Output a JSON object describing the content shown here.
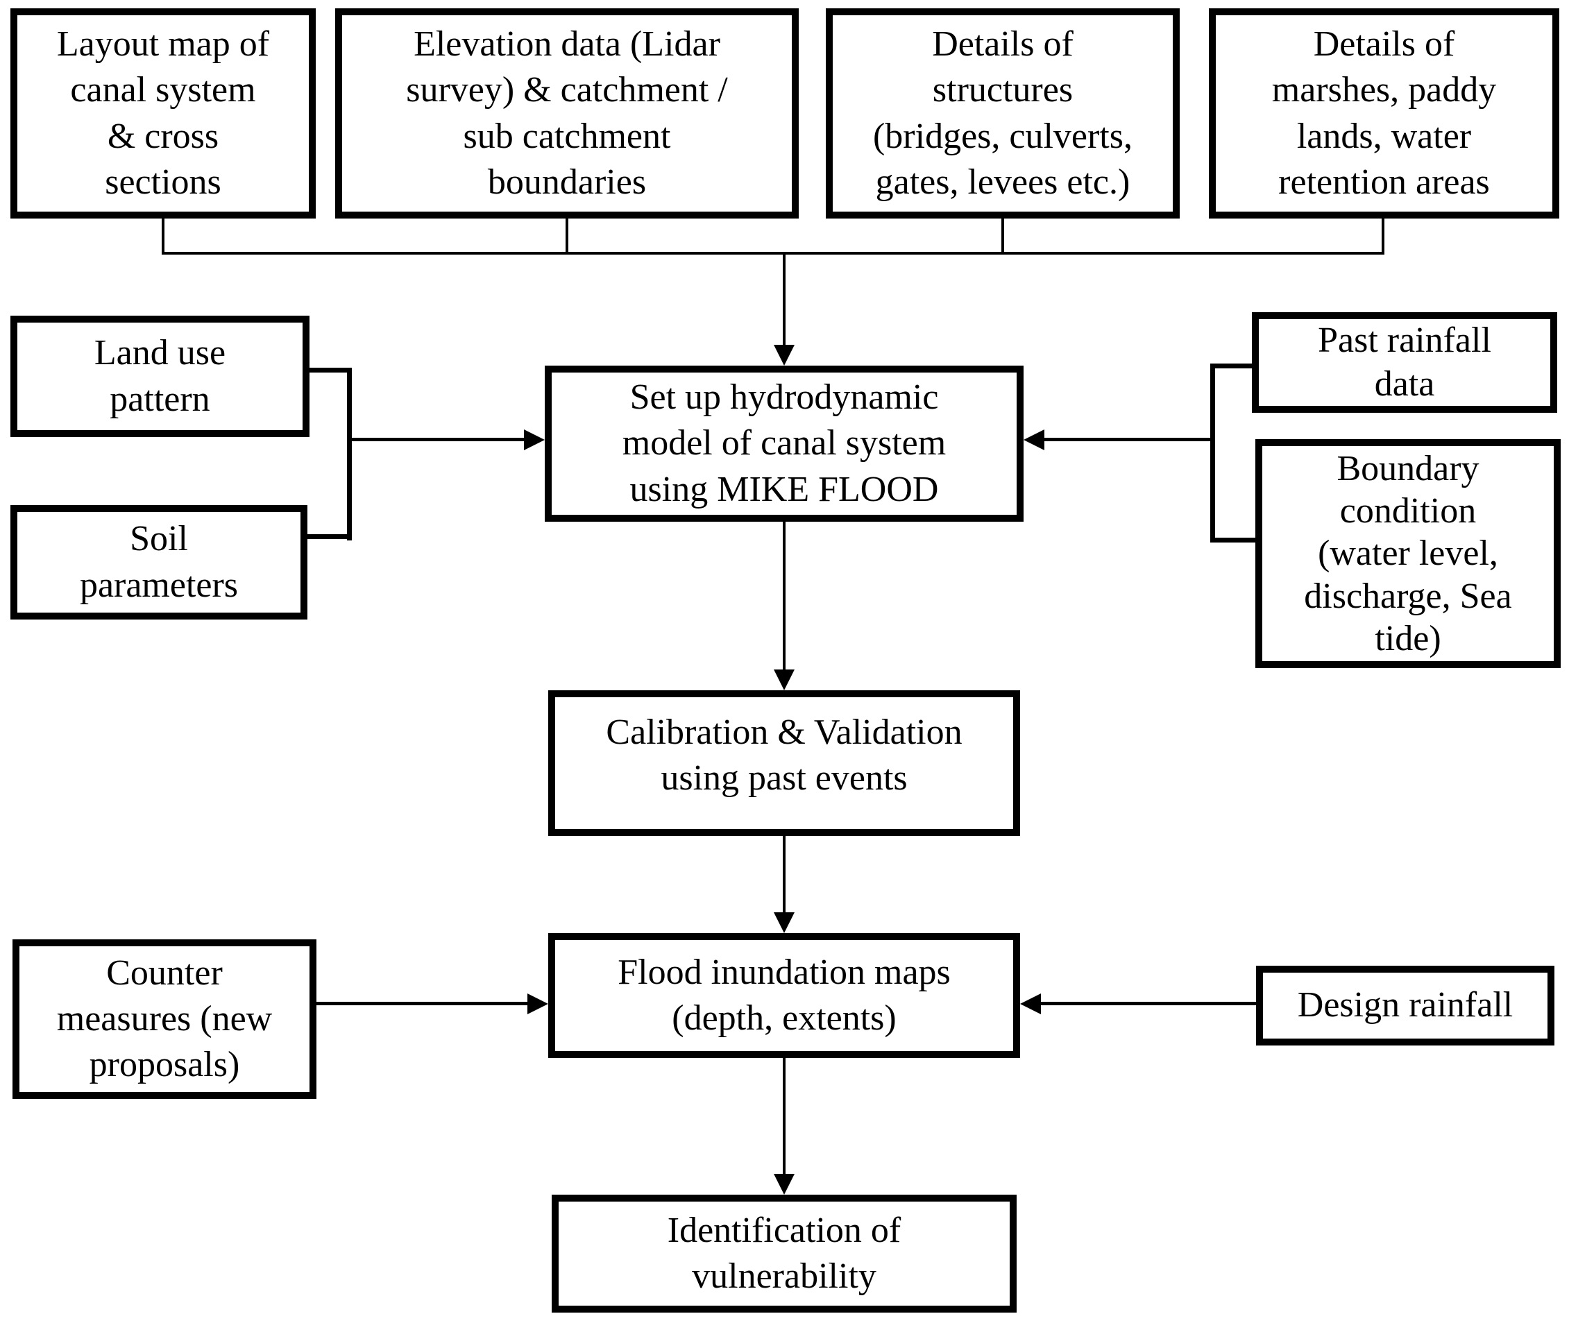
{
  "diagram": {
    "type": "flowchart",
    "title": "Flood modelling methodology flowchart",
    "colors": {
      "background": "#ffffff",
      "border": "#000000",
      "text": "#000000",
      "connector": "#000000"
    },
    "nodes": {
      "layout_map": {
        "label": "Layout map of\ncanal system\n& cross\nsections"
      },
      "elevation_data": {
        "label": "Elevation data (Lidar\nsurvey) & catchment /\nsub catchment\nboundaries"
      },
      "structures": {
        "label": "Details of\nstructures\n(bridges, culverts,\ngates, levees etc.)"
      },
      "marshes": {
        "label": "Details of\nmarshes, paddy\nlands, water\nretention areas"
      },
      "land_use": {
        "label": "Land use\npattern"
      },
      "soil_parameters": {
        "label": "Soil\nparameters"
      },
      "setup_model": {
        "label": "Set up hydrodynamic\nmodel of canal system\nusing MIKE FLOOD"
      },
      "past_rainfall": {
        "label": "Past rainfall\ndata"
      },
      "boundary_condition": {
        "label": "Boundary\ncondition\n(water level,\ndischarge, Sea\ntide)"
      },
      "calibration": {
        "label": "Calibration & Validation\nusing past events"
      },
      "counter_measures": {
        "label": "Counter\nmeasures (new\nproposals)"
      },
      "flood_maps": {
        "label": "Flood inundation maps\n(depth, extents)"
      },
      "design_rainfall": {
        "label": "Design rainfall"
      },
      "identification": {
        "label": "Identification of\nvulnerability"
      }
    },
    "edges": [
      {
        "from": [
          "layout_map",
          "elevation_data",
          "structures",
          "marshes"
        ],
        "to": "setup_model",
        "style": "merged-bus-arrow"
      },
      {
        "from": [
          "land_use",
          "soil_parameters"
        ],
        "to": "setup_model",
        "style": "merged-bracket-arrow"
      },
      {
        "from": [
          "past_rainfall",
          "boundary_condition"
        ],
        "to": "setup_model",
        "style": "merged-bracket-arrow"
      },
      {
        "from": "setup_model",
        "to": "calibration",
        "style": "arrow"
      },
      {
        "from": "calibration",
        "to": "flood_maps",
        "style": "arrow"
      },
      {
        "from": "counter_measures",
        "to": "flood_maps",
        "style": "arrow"
      },
      {
        "from": "design_rainfall",
        "to": "flood_maps",
        "style": "arrow"
      },
      {
        "from": "flood_maps",
        "to": "identification",
        "style": "arrow"
      }
    ]
  }
}
